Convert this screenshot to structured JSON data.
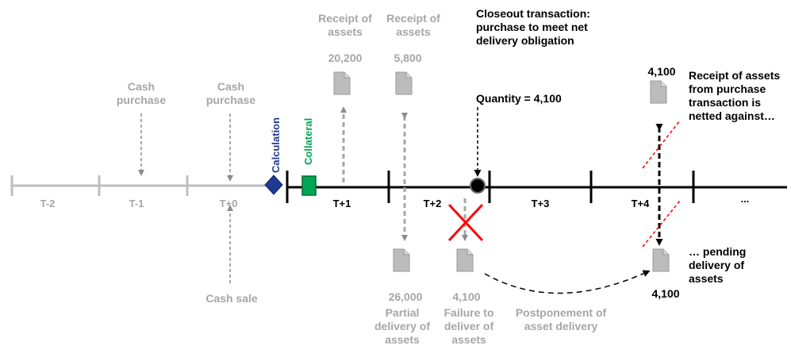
{
  "timeline": {
    "days": [
      "T-2",
      "T-1",
      "T+0",
      "T+1",
      "T+2",
      "T+3",
      "T+4",
      "..."
    ]
  },
  "events": {
    "cash_purchase_1": "Cash purchase",
    "cash_purchase_2": "Cash purchase",
    "cash_sale": "Cash sale",
    "calculation": "Calculation",
    "collateral": "Collateral",
    "receipt_1_label": "Receipt of assets",
    "receipt_1_qty": "20,200",
    "receipt_2_label": "Receipt of assets",
    "receipt_2_qty": "5,800",
    "partial_qty": "26,000",
    "partial_label": "Partial delivery of assets",
    "failure_qty": "4,100",
    "failure_label": "Failure to deliver of assets",
    "closeout_label": "Closeout transaction: purchase to meet net delivery obligation",
    "closeout_qty": "Quantity = 4,100",
    "postponement": "Postponement of asset delivery",
    "t4_receipt_qty": "4,100",
    "t4_receipt_label": "Receipt of assets from purchase transaction is netted against…",
    "t4_pending_label": "… pending delivery of assets",
    "t4_pending_qty": "4,100"
  },
  "colors": {
    "past": "#bfbfbf",
    "text_gray": "#a6a6a6",
    "calculation": "#1f3a93",
    "collateral": "#00a651",
    "failure_cross": "#ff0000",
    "doc": "#bcbcbc"
  }
}
